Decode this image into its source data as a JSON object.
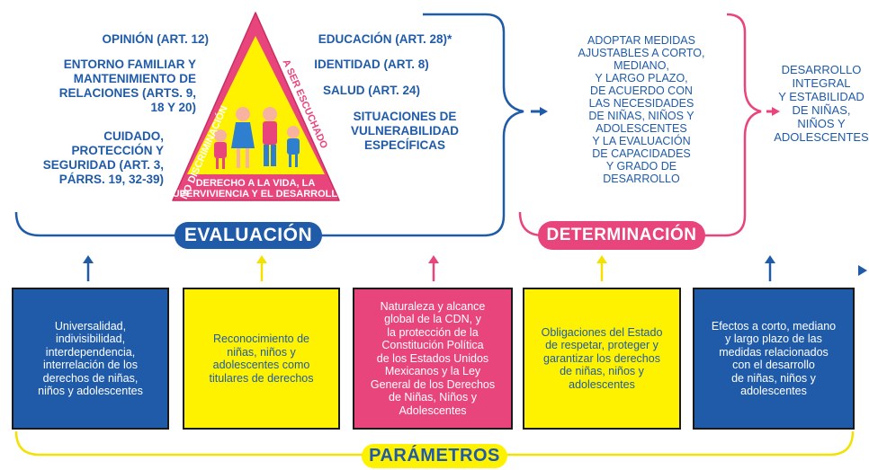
{
  "triangle": {
    "left_side": "NO DISCRIMINACIÓN",
    "right_side": "A SER ESCUCHADO",
    "base_line1": "DERECHO A LA VIDA, LA",
    "base_line2": "SUPERVIVIENCIA Y EL DESARROLLO",
    "children_icon": "children-family-icon"
  },
  "rights_left": [
    "OPINIÓN (ART. 12)",
    "ENTORNO FAMILIAR Y\nMANTENIMIENTO DE\nRELACIONES (ARTS. 9,\n18 Y 20)",
    "CUIDADO,\nPROTECCIÓN Y\nSEGURIDAD (ART. 3,\nPÁRRS. 19, 32-39)"
  ],
  "rights_right": [
    "EDUCACIÓN (ART. 28)*",
    "IDENTIDAD (ART. 8)",
    "SALUD (ART. 24)",
    "SITUACIONES DE\nVULNERABILIDAD\nESPECÍFICAS"
  ],
  "measures_text": "ADOPTAR MEDIDAS\nAJUSTABLES A CORTO,\nMEDIANO,\nY LARGO PLAZO,\nDE ACUERDO CON\nLAS NECESIDADES\nDE NIÑAS, NIÑOS Y\nADOLESCENTES\nY LA EVALUACIÓN\nDE CAPACIDADES\nY GRADO DE\nDESARROLLO",
  "result_text": "DESARROLLO\nINTEGRAL\nY ESTABILIDAD\nDE NIÑAS,\nNIÑOS Y\nADOLESCENTES",
  "labels": {
    "evaluacion": "EVALUACIÓN",
    "determinacion": "DETERMINACIÓN",
    "parametros": "PARÁMETROS"
  },
  "parameters": [
    {
      "text": "Universalidad,\nindivisibilidad,\ninterdependencia,\ninterrelación de los\nderechos de niñas,\nniños y adolescentes",
      "fill": "#1f5ba8",
      "text_color": "#ffffff"
    },
    {
      "text": "Reconocimiento de\nniñas, niños y\nadolescentes como\ntitulares de derechos",
      "fill": "#fff200",
      "text_color": "#1f5ba8"
    },
    {
      "text": "Naturaleza y alcance\nglobal de la CDN, y\nla protección de la\nConstitución Política\nde los Estados Unidos\nMexicanos y la Ley\nGeneral de los Derechos\nde Niñas, Niños y\nAdolescentes",
      "fill": "#e8457c",
      "text_color": "#ffffff"
    },
    {
      "text": "Obligaciones del Estado\nde respetar, proteger y\ngarantizar los derechos\nde niñas, niños y\nadolescentes",
      "fill": "#fff200",
      "text_color": "#1f5ba8"
    },
    {
      "text": "Efectos a corto, mediano\ny largo plazo de las\nmedidas relacionados\ncon el desarrollo\nde niñas, niños y\nadolescentes",
      "fill": "#1f5ba8",
      "text_color": "#ffffff"
    }
  ],
  "colors": {
    "blue": "#1f5ba8",
    "pink": "#e8457c",
    "yellow": "#fff200",
    "triangle_fill": "#e8457c"
  }
}
